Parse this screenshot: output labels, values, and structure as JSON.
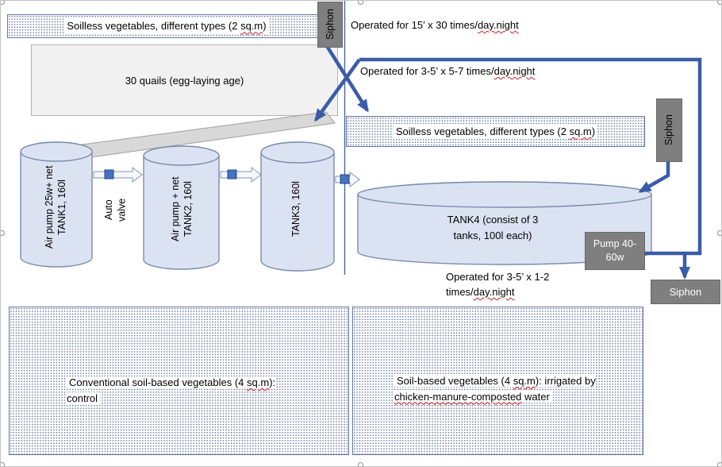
{
  "slide": {
    "boxes": {
      "veg_top": {
        "pre": "Soilless vegetables, different types (2 ",
        "u": "sq.m",
        "post": ")"
      },
      "quails": "30 quails (egg-laying age)",
      "veg_right": {
        "pre": "Soilless vegetables, different types (2 ",
        "u": "sq.m",
        "post": ")"
      },
      "soil_left": {
        "pre": "Conventional soil-based vegetables (4 ",
        "u": "sq.m",
        "post": "): control"
      },
      "soil_right": {
        "pre": "Soil-based vegetables (4 ",
        "u1": "sq.m",
        "mid": "): irrigated by ",
        "u2": "chicken-manure-composted",
        "post": " water"
      }
    },
    "notes": {
      "op1": {
        "pre": "Operated for 15’ x 30 times/",
        "u": "day.night"
      },
      "op2": {
        "pre": "Operated for 3-5’ x 5-7 times/",
        "u": "day.night"
      },
      "op3": {
        "pre": "Operated for 3-5’ x 1-2 times/",
        "u": "day.night"
      }
    },
    "devices": {
      "siphon_top": "Siphon",
      "siphon_right": "Siphon",
      "siphon_bottom": "Siphon",
      "pump": "Pump 40-60w",
      "auto_valve": "Auto valve"
    },
    "tanks": {
      "tank1_air": "Air pump 25w+ net",
      "tank1_name": "TANK1, 160l",
      "tank2_air": "Air pump + net",
      "tank2_name": "TANK2, 160l",
      "tank3_name": "TANK3, 160l",
      "tank4_name": "TANK4 (consist of 3 tanks, 100l each)"
    },
    "colors": {
      "connector_blue": "#3a5ca8",
      "square_blue": "#4472c4",
      "tank_fill": "#dbe3f2",
      "gray_box": "#7f7f7f",
      "spell_red": "#cc2222"
    }
  }
}
